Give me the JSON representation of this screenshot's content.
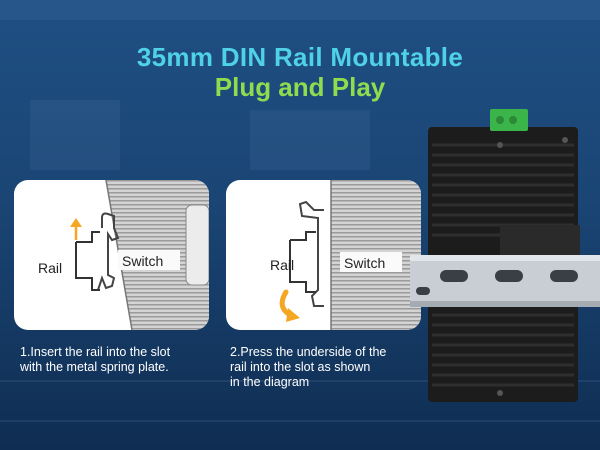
{
  "header": {
    "title": "35mm DIN Rail Mountable",
    "subtitle": "Plug and Play",
    "title_color": "#4fd1e8",
    "subtitle_color": "#8fdc4f"
  },
  "steps": [
    {
      "rail_label": "Rail",
      "switch_label": "Switch",
      "arrow_icon": "arrow-up-icon",
      "arrow_color": "#f5a623",
      "caption_lines": [
        "1.Insert the rail into the slot",
        "with the metal spring plate."
      ]
    },
    {
      "rail_label": "Rail",
      "switch_label": "Switch",
      "arrow_icon": "curved-arrow-icon",
      "arrow_color": "#f5a623",
      "caption_lines": [
        "2.Press the underside of the",
        "rail into the slot as shown",
        "in the diagram"
      ]
    }
  ],
  "device": {
    "icon": "industrial-switch-image",
    "terminal_color": "#3bb54a",
    "body_color": "#1c1c1c",
    "rail_color": "#c9ced4"
  }
}
